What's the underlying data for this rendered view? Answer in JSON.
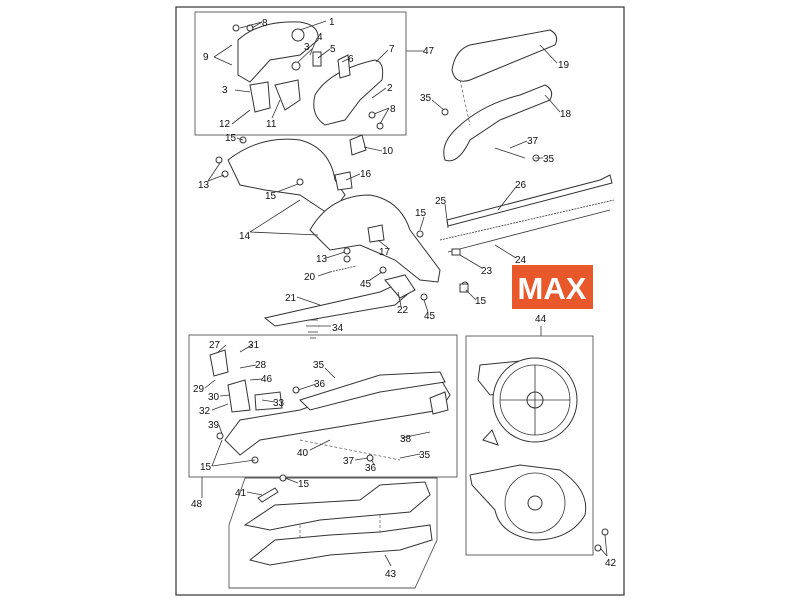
{
  "diagram": {
    "type": "exploded-parts-diagram",
    "brand_logo": "MAX",
    "brand_color": "#E8582A",
    "callouts": [
      "1",
      "8",
      "9",
      "4",
      "3",
      "5",
      "6",
      "7",
      "47",
      "2",
      "3",
      "8",
      "12",
      "11",
      "19",
      "18",
      "35",
      "37",
      "35",
      "15",
      "10",
      "13",
      "16",
      "15",
      "26",
      "25",
      "15",
      "14",
      "13",
      "17",
      "24",
      "23",
      "20",
      "45",
      "15",
      "21",
      "22",
      "45",
      "34",
      "44",
      "27",
      "31",
      "28",
      "35",
      "46",
      "29",
      "36",
      "30",
      "33",
      "32",
      "39",
      "38",
      "40",
      "37",
      "36",
      "35",
      "15",
      "48",
      "41",
      "15",
      "43",
      "42"
    ]
  }
}
